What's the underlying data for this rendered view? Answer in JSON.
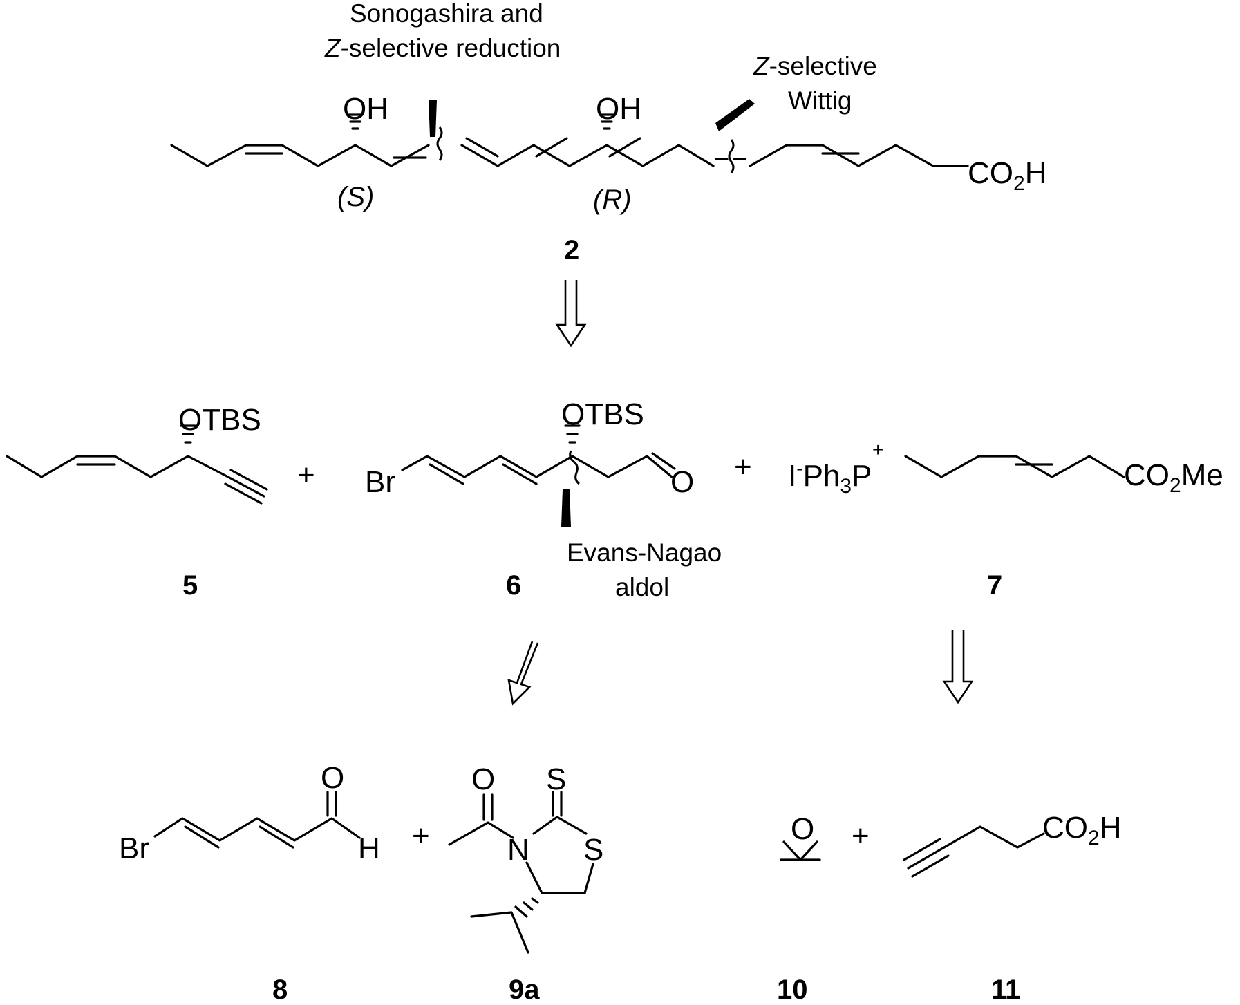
{
  "annotations": {
    "sonogashira_line1": "Sonogashira and",
    "sonogashira_line2_italic": "Z",
    "sonogashira_line2_rest": "-selective reduction",
    "wittig_line1_italic": "Z",
    "wittig_line1_rest": "-selective",
    "wittig_line2": "Wittig",
    "aldol_line1": "Evans-Nagao",
    "aldol_line2": "aldol"
  },
  "stereo_labels": {
    "s": "(S)",
    "r": "(R)"
  },
  "atoms": {
    "oh": "OH",
    "otbs": "OTBS",
    "co2h_main": "CO",
    "co2h_sub": "2",
    "co2h_h": "H",
    "br": "Br",
    "o": "O",
    "h": "H",
    "n": "N",
    "s": "S",
    "ylide_i": "I",
    "ylide_minus": "-",
    "ylide_ph": "Ph",
    "ylide_sub": "3",
    "ylide_p": "P",
    "ylide_plus": "+",
    "co2me_main": "CO",
    "co2me_sub": "2",
    "co2me_me": "Me"
  },
  "operators": {
    "plus": "+"
  },
  "compounds": {
    "c2": "2",
    "c5": "5",
    "c6": "6",
    "c7": "7",
    "c8": "8",
    "c9a": "9a",
    "c10": "10",
    "c11": "11"
  }
}
